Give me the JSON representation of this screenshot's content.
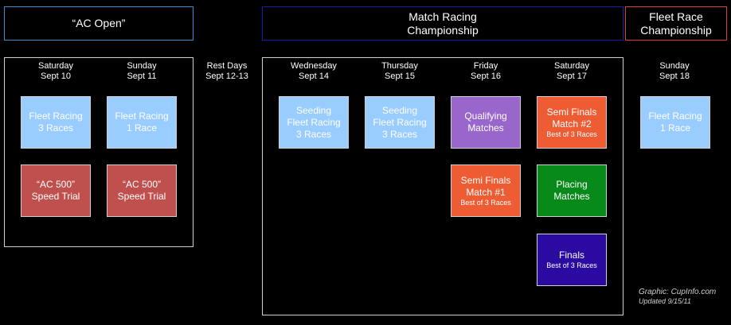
{
  "headers": {
    "ac_open": "“AC Open”",
    "match_racing": "Match Racing\nChampionship",
    "fleet_race": "Fleet Race\nChampionship"
  },
  "days": [
    "Saturday\nSept 10",
    "Sunday\nSept 11",
    "Rest Days\nSept 12-13",
    "Wednesday\nSept 14",
    "Thursday\nSept 15",
    "Friday\nSept 16",
    "Saturday\nSept 17",
    "Sunday\nSept 18"
  ],
  "events": {
    "sat10_fleet": {
      "title": "Fleet Racing\n3 Races"
    },
    "sat10_speed": {
      "title": "“AC 500”\nSpeed Trial"
    },
    "sun11_fleet": {
      "title": "Fleet Racing\n1 Race"
    },
    "sun11_speed": {
      "title": "“AC 500”\nSpeed Trial"
    },
    "wed14_seeding": {
      "title": "Seeding\nFleet Racing\n3 Races"
    },
    "thu15_seeding": {
      "title": "Seeding\nFleet Racing\n3 Races"
    },
    "fri16_qualifying": {
      "title": "Qualifying\nMatches"
    },
    "fri16_semi1": {
      "title": "Semi Finals\nMatch #1",
      "sub": "Best of 3 Races"
    },
    "sat17_semi2": {
      "title": "Semi Finals\nMatch #2",
      "sub": "Best of 3 Races"
    },
    "sat17_placing": {
      "title": "Placing\nMatches"
    },
    "sat17_finals": {
      "title": "Finals",
      "sub": "Best of 3 Races"
    },
    "sun18_fleet": {
      "title": "Fleet Racing\n1 Race"
    }
  },
  "credit": {
    "line1": "Graphic: CupInfo.com",
    "line2": "Updated  9/15/11"
  },
  "colors": {
    "ac_open_border": "#3d8ecf",
    "match_racing_border": "#1a1aa8",
    "fleet_race_border": "#e03c3c",
    "fleet_racing": "#99ccff",
    "speed_trial": "#c0504d",
    "qualifying": "#9966cc",
    "semi_finals": "#ee5c33",
    "placing": "#078a19",
    "finals": "#2a0aa0"
  }
}
